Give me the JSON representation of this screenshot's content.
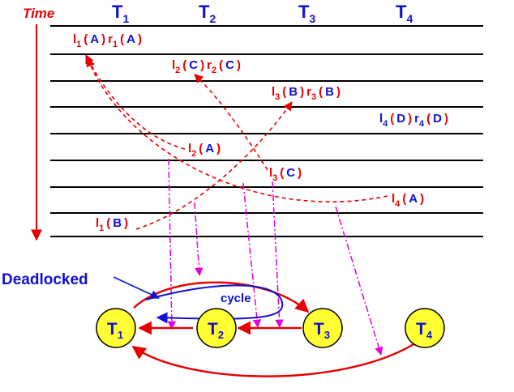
{
  "header": {
    "time_label": "Time",
    "columns": [
      "T",
      "T",
      "T",
      "T"
    ],
    "column_subs": [
      "1",
      "2",
      "3",
      "4"
    ]
  },
  "schedule": [
    {
      "id": "op-l1a",
      "row": 0,
      "col": 1,
      "parts": [
        [
          "l",
          "red"
        ],
        [
          "1",
          "red",
          "sub"
        ],
        [
          "(",
          "red"
        ],
        [
          "A",
          "blue"
        ],
        [
          ")",
          "red"
        ],
        [
          "r",
          "red"
        ],
        [
          "1",
          "red",
          "sub"
        ],
        [
          "(",
          "red"
        ],
        [
          "A",
          "blue"
        ],
        [
          ")",
          "red"
        ]
      ]
    },
    {
      "id": "op-l2c",
      "row": 1,
      "col": 2,
      "parts": [
        [
          "l",
          "red"
        ],
        [
          "2",
          "red",
          "sub"
        ],
        [
          "(",
          "red"
        ],
        [
          "C",
          "blue"
        ],
        [
          ")",
          "red"
        ],
        [
          "r",
          "red"
        ],
        [
          "2",
          "red",
          "sub"
        ],
        [
          "(",
          "red"
        ],
        [
          "C",
          "blue"
        ],
        [
          ")",
          "red"
        ]
      ]
    },
    {
      "id": "op-l3b",
      "row": 2,
      "col": 3,
      "parts": [
        [
          "l",
          "red"
        ],
        [
          "3",
          "red",
          "sub"
        ],
        [
          "(",
          "red"
        ],
        [
          "B",
          "blue"
        ],
        [
          ")",
          "red"
        ],
        [
          "r",
          "red"
        ],
        [
          "3",
          "red",
          "sub"
        ],
        [
          "(",
          "red"
        ],
        [
          "B",
          "blue"
        ],
        [
          ")",
          "red"
        ]
      ]
    },
    {
      "id": "op-l4d",
      "row": 3,
      "col": 4,
      "parts": [
        [
          "l",
          "blue"
        ],
        [
          "4",
          "blue",
          "sub"
        ],
        [
          "(",
          "red"
        ],
        [
          "D",
          "blue"
        ],
        [
          ")",
          "red"
        ],
        [
          "r",
          "blue"
        ],
        [
          "4",
          "blue",
          "sub"
        ],
        [
          "(",
          "red"
        ],
        [
          "D",
          "blue"
        ],
        [
          ")",
          "red"
        ]
      ]
    },
    {
      "id": "op-l2a",
      "row": 4,
      "col": 2,
      "parts": [
        [
          "l",
          "red"
        ],
        [
          "2",
          "red",
          "sub"
        ],
        [
          "(",
          "red"
        ],
        [
          "A",
          "blue"
        ],
        [
          ")",
          "red"
        ]
      ]
    },
    {
      "id": "op-l3c",
      "row": 5,
      "col": 3,
      "parts": [
        [
          "l",
          "red"
        ],
        [
          "3",
          "red",
          "sub"
        ],
        [
          "(",
          "red"
        ],
        [
          "C",
          "blue"
        ],
        [
          ")",
          "red"
        ]
      ]
    },
    {
      "id": "op-l4a",
      "row": 6,
      "col": 4,
      "parts": [
        [
          "l",
          "red"
        ],
        [
          "4",
          "red",
          "sub"
        ],
        [
          "(",
          "red"
        ],
        [
          "A",
          "blue"
        ],
        [
          ")",
          "red"
        ]
      ]
    },
    {
      "id": "op-l1b",
      "row": 7,
      "col": 1,
      "parts": [
        [
          "l",
          "red"
        ],
        [
          "1",
          "red",
          "sub"
        ],
        [
          "(",
          "red"
        ],
        [
          "B",
          "blue"
        ],
        [
          ")",
          "red"
        ]
      ]
    }
  ],
  "graph": {
    "nodes": [
      {
        "id": "T1",
        "label": "T",
        "sub": "1"
      },
      {
        "id": "T2",
        "label": "T",
        "sub": "2"
      },
      {
        "id": "T3",
        "label": "T",
        "sub": "3"
      },
      {
        "id": "T4",
        "label": "T",
        "sub": "4"
      }
    ],
    "edges": [
      {
        "from": "T1",
        "to": "T3",
        "kind": "wait-for"
      },
      {
        "from": "T3",
        "to": "T2",
        "kind": "wait-for"
      },
      {
        "from": "T2",
        "to": "T1",
        "kind": "wait-for"
      },
      {
        "from": "T4",
        "to": "T1",
        "kind": "wait-for"
      }
    ],
    "deadlocked_label": "Deadlocked",
    "cycle_label": "cycle"
  },
  "colors": {
    "red": "#e60000",
    "blue": "#1010d0",
    "magenta": "#e000e0",
    "node_fill": "#ffff33",
    "line": "#000000"
  }
}
